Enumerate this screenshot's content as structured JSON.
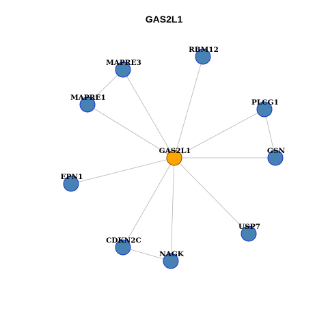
{
  "title": "GAS2L1",
  "colors": {
    "center_fill": "#ffa500",
    "leaf_fill": "#4682b4",
    "node_border": "#1d2fcf",
    "edge": "#b3b3b3"
  },
  "nodes": [
    {
      "id": "GAS2L1",
      "label": "GAS2L1",
      "role": "center"
    },
    {
      "id": "RBM12",
      "label": "RBM12",
      "role": "leaf"
    },
    {
      "id": "MAPRE3",
      "label": "MAPRE3",
      "role": "leaf"
    },
    {
      "id": "MAPRE1",
      "label": "MAPRE1",
      "role": "leaf"
    },
    {
      "id": "PLCG1",
      "label": "PLCG1",
      "role": "leaf"
    },
    {
      "id": "GSN",
      "label": "GSN",
      "role": "leaf"
    },
    {
      "id": "EPN1",
      "label": "EPN1",
      "role": "leaf"
    },
    {
      "id": "USP7",
      "label": "USP7",
      "role": "leaf"
    },
    {
      "id": "CDKN2C",
      "label": "CDKN2C",
      "role": "leaf"
    },
    {
      "id": "NAGK",
      "label": "NAGK",
      "role": "leaf"
    }
  ],
  "edges": [
    [
      "GAS2L1",
      "RBM12"
    ],
    [
      "GAS2L1",
      "MAPRE3"
    ],
    [
      "GAS2L1",
      "MAPRE1"
    ],
    [
      "GAS2L1",
      "PLCG1"
    ],
    [
      "GAS2L1",
      "GSN"
    ],
    [
      "GAS2L1",
      "EPN1"
    ],
    [
      "GAS2L1",
      "USP7"
    ],
    [
      "GAS2L1",
      "CDKN2C"
    ],
    [
      "GAS2L1",
      "NAGK"
    ],
    [
      "MAPRE3",
      "MAPRE1"
    ],
    [
      "PLCG1",
      "GSN"
    ],
    [
      "CDKN2C",
      "NAGK"
    ]
  ]
}
